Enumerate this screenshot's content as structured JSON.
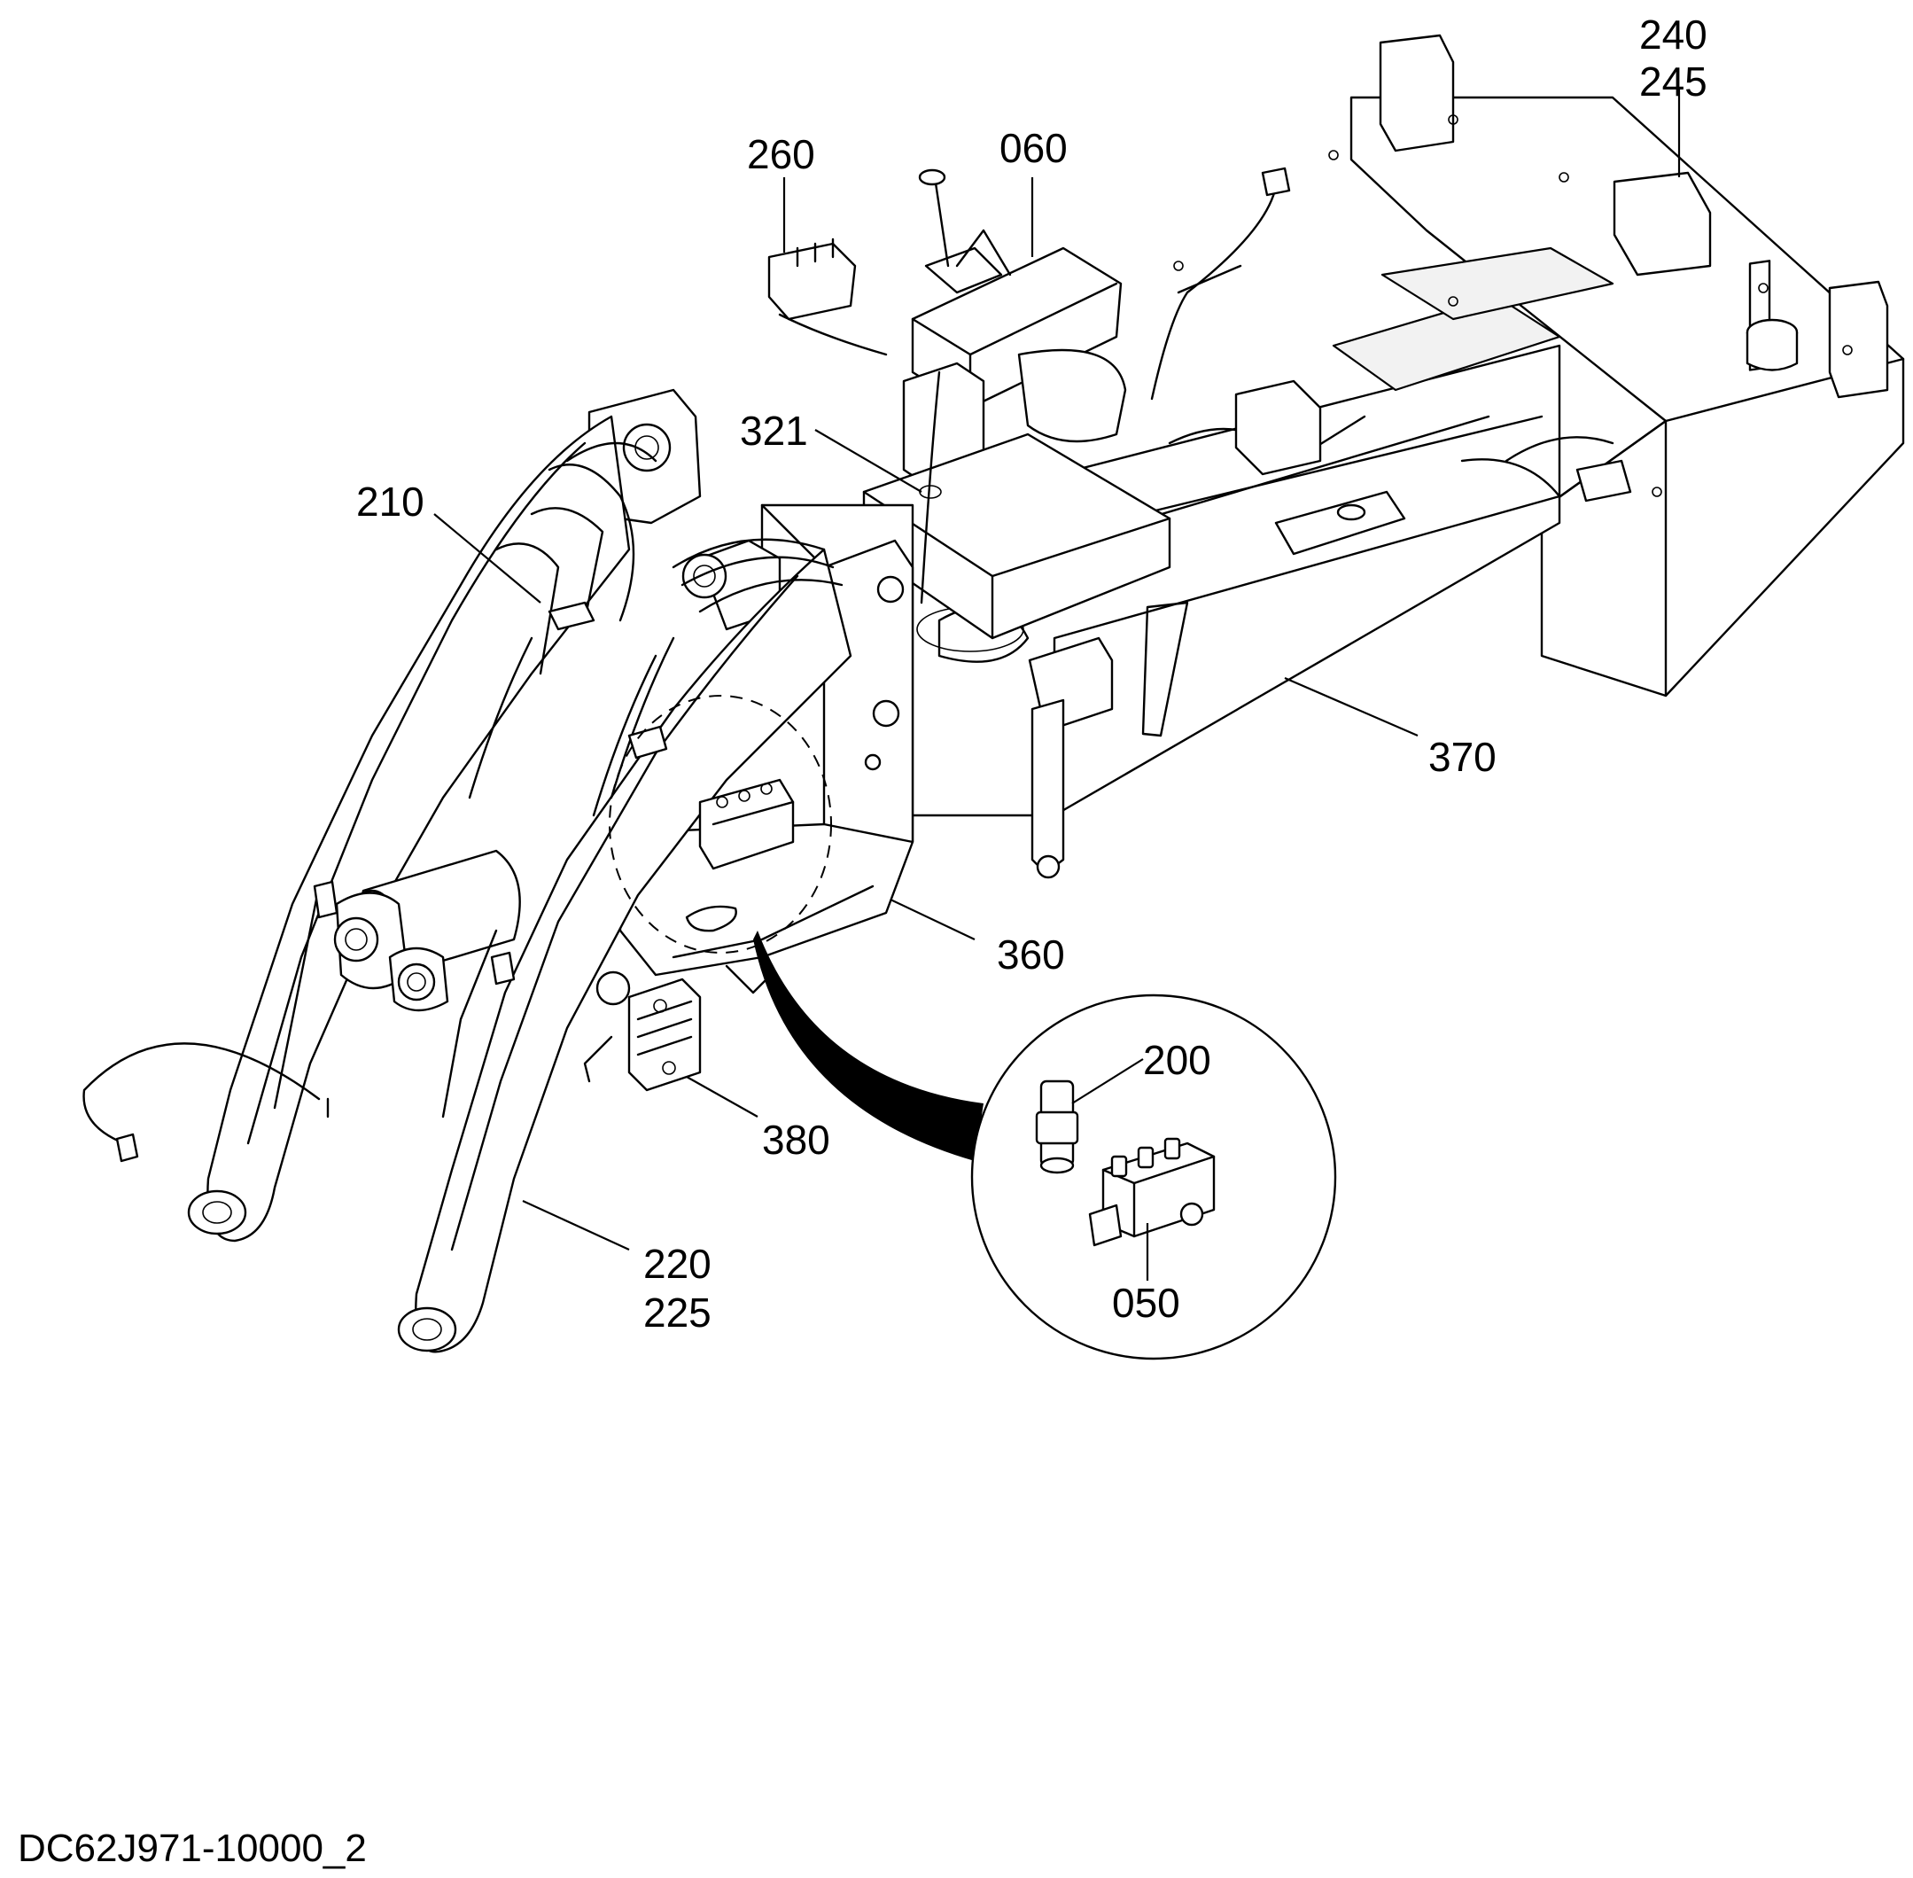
{
  "drawing": {
    "code": "DC62J971-10000_2",
    "callouts": {
      "c240": "240",
      "c245": "245",
      "c260": "260",
      "c060": "060",
      "c321": "321",
      "c210": "210",
      "c370": "370",
      "c360": "360",
      "c380": "380",
      "c220": "220",
      "c225": "225",
      "c200": "200",
      "c050": "050"
    }
  }
}
